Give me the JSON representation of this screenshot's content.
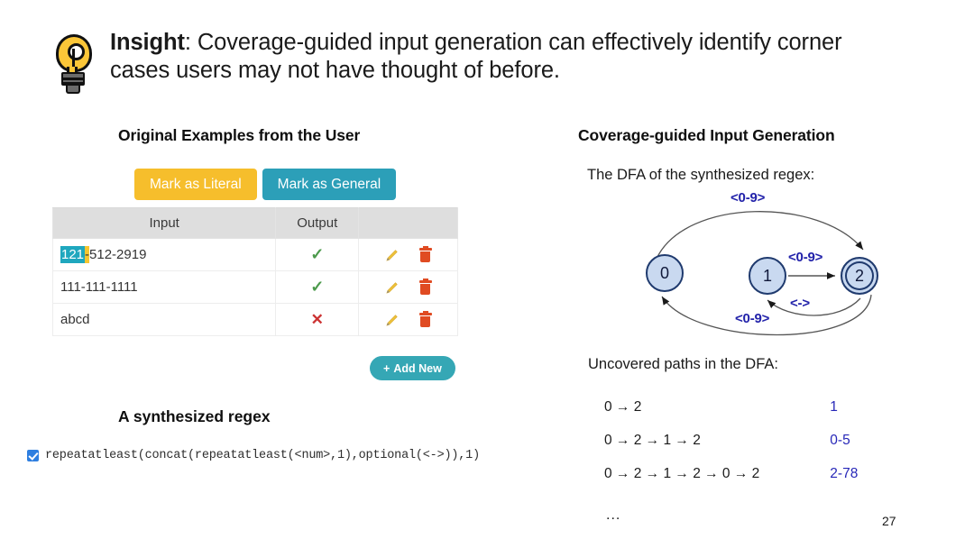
{
  "insight": {
    "icon": "lightbulb-icon",
    "bold_lead": "Insight",
    "body": ": Coverage-guided input generation can effectively identify corner cases users may not have thought of before."
  },
  "left_panel": {
    "heading": "Original Examples from the User",
    "buttons": {
      "mark_literal": "Mark as Literal",
      "mark_general": "Mark as General",
      "add_new": "Add New",
      "add_new_plus": "+"
    },
    "table": {
      "columns": [
        "Input",
        "Output",
        ""
      ],
      "rows": [
        {
          "input_literal": "121",
          "input_general": "-",
          "input_rest": "512-2919",
          "output": "✓",
          "output_status": "pass",
          "actions": [
            "edit-icon",
            "delete-icon"
          ]
        },
        {
          "input_plain": "111-111-1111",
          "output": "✓",
          "output_status": "pass",
          "actions": [
            "edit-icon",
            "delete-icon"
          ]
        },
        {
          "input_plain": "abcd",
          "output": "✕",
          "output_status": "fail",
          "actions": [
            "edit-icon",
            "delete-icon"
          ]
        }
      ]
    },
    "regex_section": {
      "heading": "A synthesized regex",
      "checkbox_checked": true,
      "expression": "repeatatleast(concat(repeatatleast(<num>,1),optional(<->)),1)"
    }
  },
  "right_panel": {
    "heading": "Coverage-guided Input Generation",
    "dfa_caption": "The DFA of the synthesized regex:",
    "dfa": {
      "states": [
        {
          "id": "0",
          "label": "0",
          "accepting": false
        },
        {
          "id": "1",
          "label": "1",
          "accepting": false
        },
        {
          "id": "2",
          "label": "2",
          "accepting": true
        }
      ],
      "transitions": [
        {
          "from": "0",
          "to": "2",
          "label": "<0-9>",
          "shape": "top-arc"
        },
        {
          "from": "1",
          "to": "2",
          "label": "<0-9>",
          "shape": "straight"
        },
        {
          "from": "2",
          "to": "1",
          "label": "<->",
          "shape": "lower-arc"
        },
        {
          "from": "2",
          "to": "0",
          "label": "<0-9>",
          "shape": "bottom-arc"
        }
      ]
    },
    "paths_caption": "Uncovered paths in the DFA:",
    "paths": [
      {
        "path": "0 → 2",
        "value": "1"
      },
      {
        "path": "0 → 2 → 1 → 2",
        "value": "0-5"
      },
      {
        "path": "0 → 2 → 1 → 2 → 0 → 2",
        "value": "2-78"
      }
    ],
    "paths_ellipsis": "..."
  },
  "page_number": "27",
  "colors": {
    "literal_yellow": "#F6BE2C",
    "general_teal": "#2C9FB8",
    "add_new_teal": "#35A7B5",
    "dfa_label_blue": "#2222AA",
    "dfa_node_fill": "#C9D9F0",
    "dfa_node_stroke": "#1F3A6E",
    "path_value_blue": "#2727B8",
    "pass_green": "#4C9A4C",
    "fail_red": "#CC3333",
    "trash_red": "#E04B22",
    "pencil_yellow": "#EFC33B",
    "checkbox_blue": "#2F7FE0",
    "table_header_gray": "#DEDEDE"
  }
}
